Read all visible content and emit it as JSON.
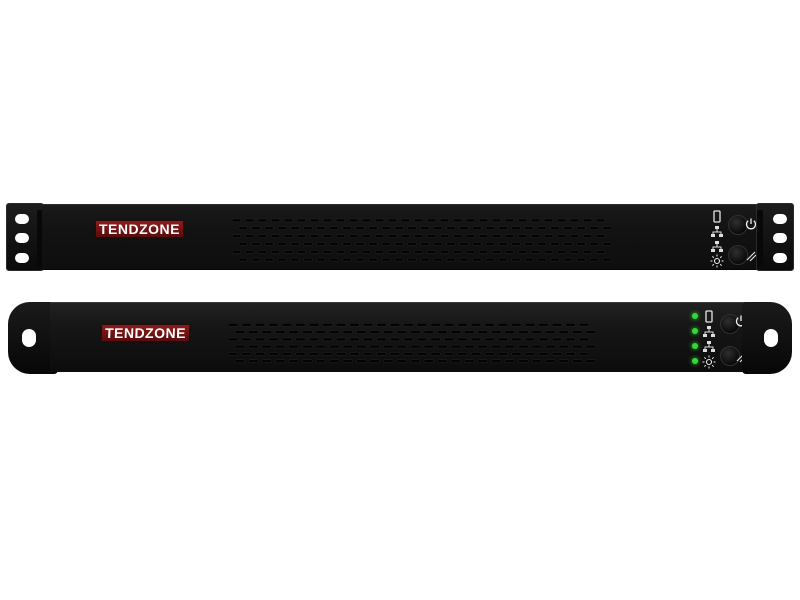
{
  "units": [
    {
      "brand": "TENDZONE",
      "indicators": [
        "hdd-icon",
        "network-icon",
        "network-icon",
        "sun-icon"
      ],
      "buttons": [
        "power-button",
        "reset-button"
      ],
      "led_color": "#222222"
    },
    {
      "brand": "TENDZONE",
      "indicators": [
        "hdd-icon",
        "network-icon",
        "network-icon",
        "sun-icon"
      ],
      "buttons": [
        "power-button",
        "reset-button"
      ],
      "led_color": "#35d63a"
    }
  ],
  "colors": {
    "chassis": "#121212",
    "logo_bg": "#7a1414",
    "logo_text": "#ffffff",
    "led_on": "#35d63a",
    "background": "#ffffff"
  }
}
